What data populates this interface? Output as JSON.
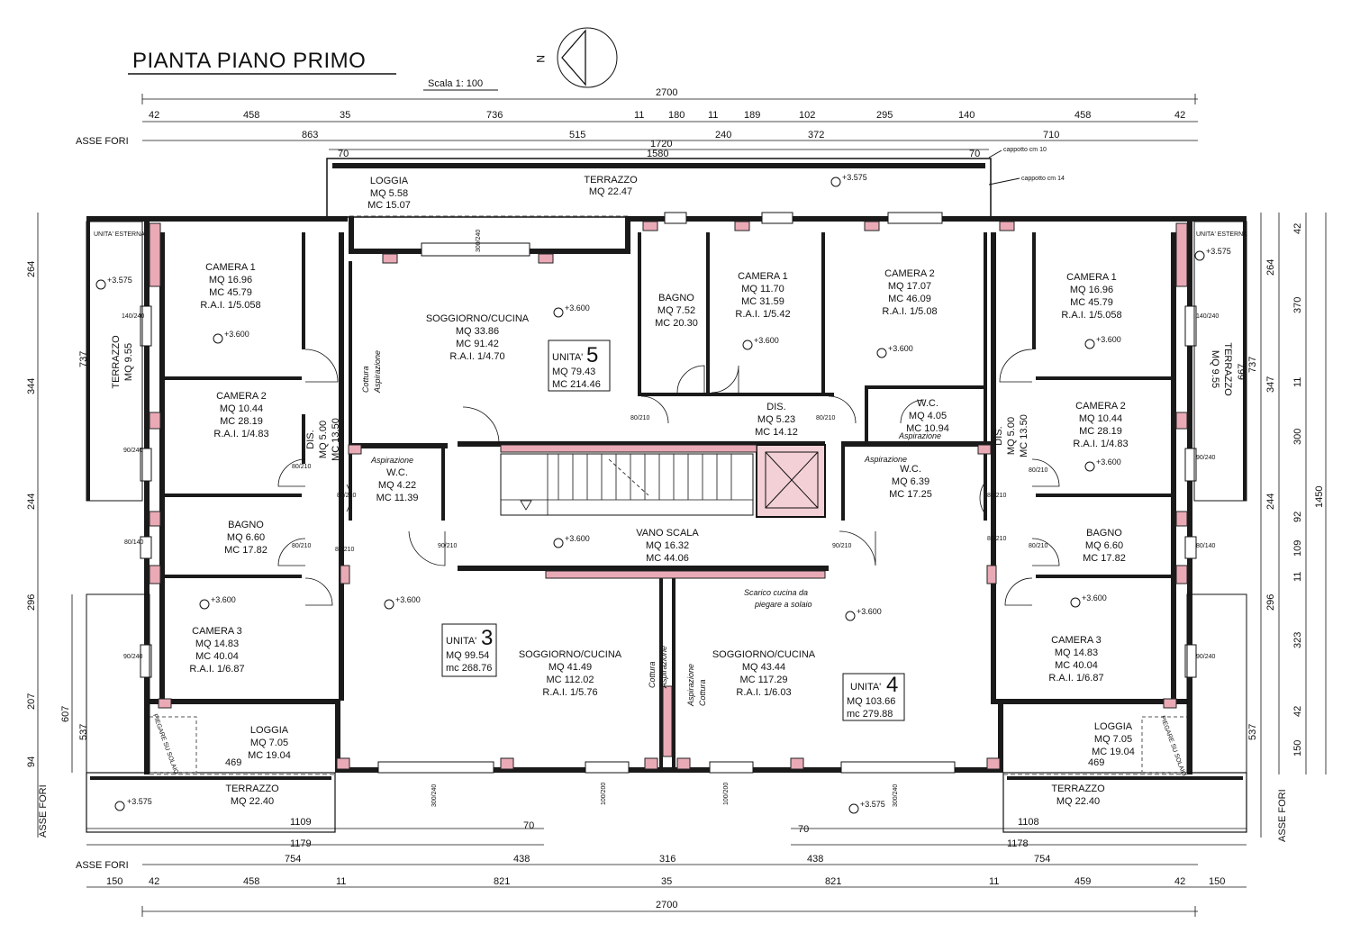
{
  "title": "PIANTA PIANO PRIMO",
  "scale": "Scala 1: 100",
  "north": "N",
  "axis_label": "ASSE FORI",
  "top_dims": {
    "total": "2700",
    "row1": [
      "42",
      "458",
      "35",
      "736",
      "11",
      "180",
      "11",
      "189",
      "102",
      "295",
      "140",
      "458",
      "42"
    ],
    "row2": [
      "863",
      "515",
      "240",
      "372",
      "710"
    ],
    "row3": [
      "1720",
      "1580",
      "70",
      "70"
    ]
  },
  "bottom_dims": {
    "row1": [
      "754",
      "438",
      "316",
      "438",
      "754"
    ],
    "row2": [
      "150",
      "42",
      "458",
      "11",
      "821",
      "35",
      "821",
      "11",
      "459",
      "42",
      "150"
    ],
    "total": "2700"
  },
  "left_dims": [
    "264",
    "737",
    "344",
    "244",
    "296",
    "607",
    "207",
    "537",
    "94"
  ],
  "right_dims": [
    "42",
    "264",
    "370",
    "737",
    "667",
    "11",
    "347",
    "300",
    "244",
    "92",
    "109",
    "11",
    "296",
    "323",
    "42",
    "537",
    "150",
    "1450"
  ],
  "notes": {
    "cappotto10": "cappotto cm 10",
    "cappotto14": "cappotto cm 14",
    "unita_esterna": "UNITA' ESTERNA",
    "scarico": "Scarico cucina da",
    "scarico2": "piegare a solaio",
    "piegare": "PIEGARE SU SOLAIO",
    "cottura": "Cottura",
    "aspirazione": "Aspirazione"
  },
  "levels": [
    "+3.575",
    "+3.600"
  ],
  "openings": [
    "300/240",
    "140/240",
    "90/240",
    "80/140",
    "90/210",
    "80/210",
    "100/200",
    "150",
    "70"
  ],
  "rooms": {
    "loggia_n": [
      "LOGGIA",
      "MQ 5.58",
      "MC 15.07"
    ],
    "terrazzo_n": [
      "TERRAZZO",
      "MQ 22.47"
    ],
    "cam1_w": [
      "CAMERA 1",
      "MQ 16.96",
      "MC 45.79",
      "R.A.I. 1/5.058"
    ],
    "cam2_w": [
      "CAMERA 2",
      "MQ 10.44",
      "MC 28.19",
      "R.A.I. 1/4.83"
    ],
    "bagno_w": [
      "BAGNO",
      "MQ 6.60",
      "MC 17.82"
    ],
    "cam3_w": [
      "CAMERA 3",
      "MQ 14.83",
      "MC 40.04",
      "R.A.I. 1/6.87"
    ],
    "terrazzo_w": [
      "TERRAZZO",
      "MQ 9.55"
    ],
    "dis_w": [
      "DIS.",
      "MQ 5.00",
      "MC 13.50"
    ],
    "wc_w": [
      "W.C.",
      "MQ 4.22",
      "MC 11.39"
    ],
    "sog5": [
      "SOGGIORNO/CUCINA",
      "MQ 33.86",
      "MC 91.42",
      "R.A.I. 1/4.70"
    ],
    "unit5": [
      "UNITA'",
      "5",
      "MQ 79.43",
      "MC 214.46"
    ],
    "bagno5": [
      "BAGNO",
      "MQ 7.52",
      "MC 20.30"
    ],
    "cam1_m": [
      "CAMERA 1",
      "MQ 11.70",
      "MC 31.59",
      "R.A.I. 1/5.42"
    ],
    "cam2_m": [
      "CAMERA 2",
      "MQ 17.07",
      "MC 46.09",
      "R.A.I. 1/5.08"
    ],
    "dis_m": [
      "DIS.",
      "MQ 5.23",
      "MC 14.12"
    ],
    "wc_m": [
      "W.C.",
      "MQ 4.05",
      "MC 10.94"
    ],
    "wc_e": [
      "W.C.",
      "MQ 6.39",
      "MC 17.25"
    ],
    "vano": [
      "VANO SCALA",
      "MQ 16.32",
      "MC 44.06"
    ],
    "cam1_e": [
      "CAMERA 1",
      "MQ 16.96",
      "MC 45.79",
      "R.A.I. 1/5.058"
    ],
    "cam2_e": [
      "CAMERA 2",
      "MQ 10.44",
      "MC 28.19",
      "R.A.I. 1/4.83"
    ],
    "bagno_e": [
      "BAGNO",
      "MQ 6.60",
      "MC 17.82"
    ],
    "cam3_e": [
      "CAMERA 3",
      "MQ 14.83",
      "MC 40.04",
      "R.A.I. 1/6.87"
    ],
    "terrazzo_e": [
      "TERRAZZO",
      "MQ 9.55"
    ],
    "dis_e": [
      "DIS.",
      "MQ 5.00",
      "MC 13.50"
    ],
    "sog3": [
      "SOGGIORNO/CUCINA",
      "MQ 41.49",
      "MC 112.02",
      "R.A.I. 1/5.76"
    ],
    "unit3": [
      "UNITA'",
      "3",
      "MQ 99.54",
      "mc 268.76"
    ],
    "sog4": [
      "SOGGIORNO/CUCINA",
      "MQ 43.44",
      "MC 117.29",
      "R.A.I. 1/6.03"
    ],
    "unit4": [
      "UNITA'",
      "4",
      "MQ 103.66",
      "mc 279.88"
    ],
    "loggia_sw": [
      "LOGGIA",
      "MQ 7.05",
      "MC 19.04"
    ],
    "loggia_se": [
      "LOGGIA",
      "MQ 7.05",
      "MC 19.04"
    ],
    "terrazzo_sw": [
      "TERRAZZO",
      "MQ 22.40"
    ],
    "terrazzo_se": [
      "TERRAZZO",
      "MQ 22.40"
    ]
  },
  "misc": [
    "469",
    "469",
    "1109",
    "1108",
    "1179",
    "1178"
  ]
}
